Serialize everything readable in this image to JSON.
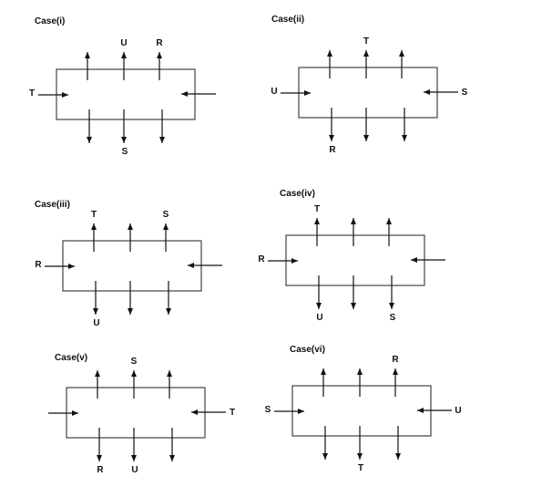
{
  "cases": [
    {
      "title": "Case(i)",
      "top_labels": [
        null,
        "U",
        "R"
      ],
      "bottom_labels": [
        null,
        "S",
        null
      ],
      "left_label": "T",
      "right_label": null
    },
    {
      "title": "Case(ii)",
      "top_labels": [
        null,
        "T",
        null
      ],
      "bottom_labels": [
        "R",
        null,
        null
      ],
      "left_label": "U",
      "right_label": "S"
    },
    {
      "title": "Case(iii)",
      "top_labels": [
        "T",
        null,
        "S"
      ],
      "bottom_labels": [
        "U",
        null,
        null
      ],
      "left_label": "R",
      "right_label": null
    },
    {
      "title": "Case(iv)",
      "top_labels": [
        "T",
        null,
        null
      ],
      "bottom_labels": [
        "U",
        null,
        "S"
      ],
      "left_label": "R",
      "right_label": null
    },
    {
      "title": "Case(v)",
      "top_labels": [
        null,
        "S",
        null
      ],
      "bottom_labels": [
        "R",
        "U",
        null
      ],
      "left_label": null,
      "right_label": "T"
    },
    {
      "title": "Case(vi)",
      "top_labels": [
        null,
        null,
        "R"
      ],
      "bottom_labels": [
        null,
        "T",
        null
      ],
      "left_label": "S",
      "right_label": "U"
    }
  ]
}
